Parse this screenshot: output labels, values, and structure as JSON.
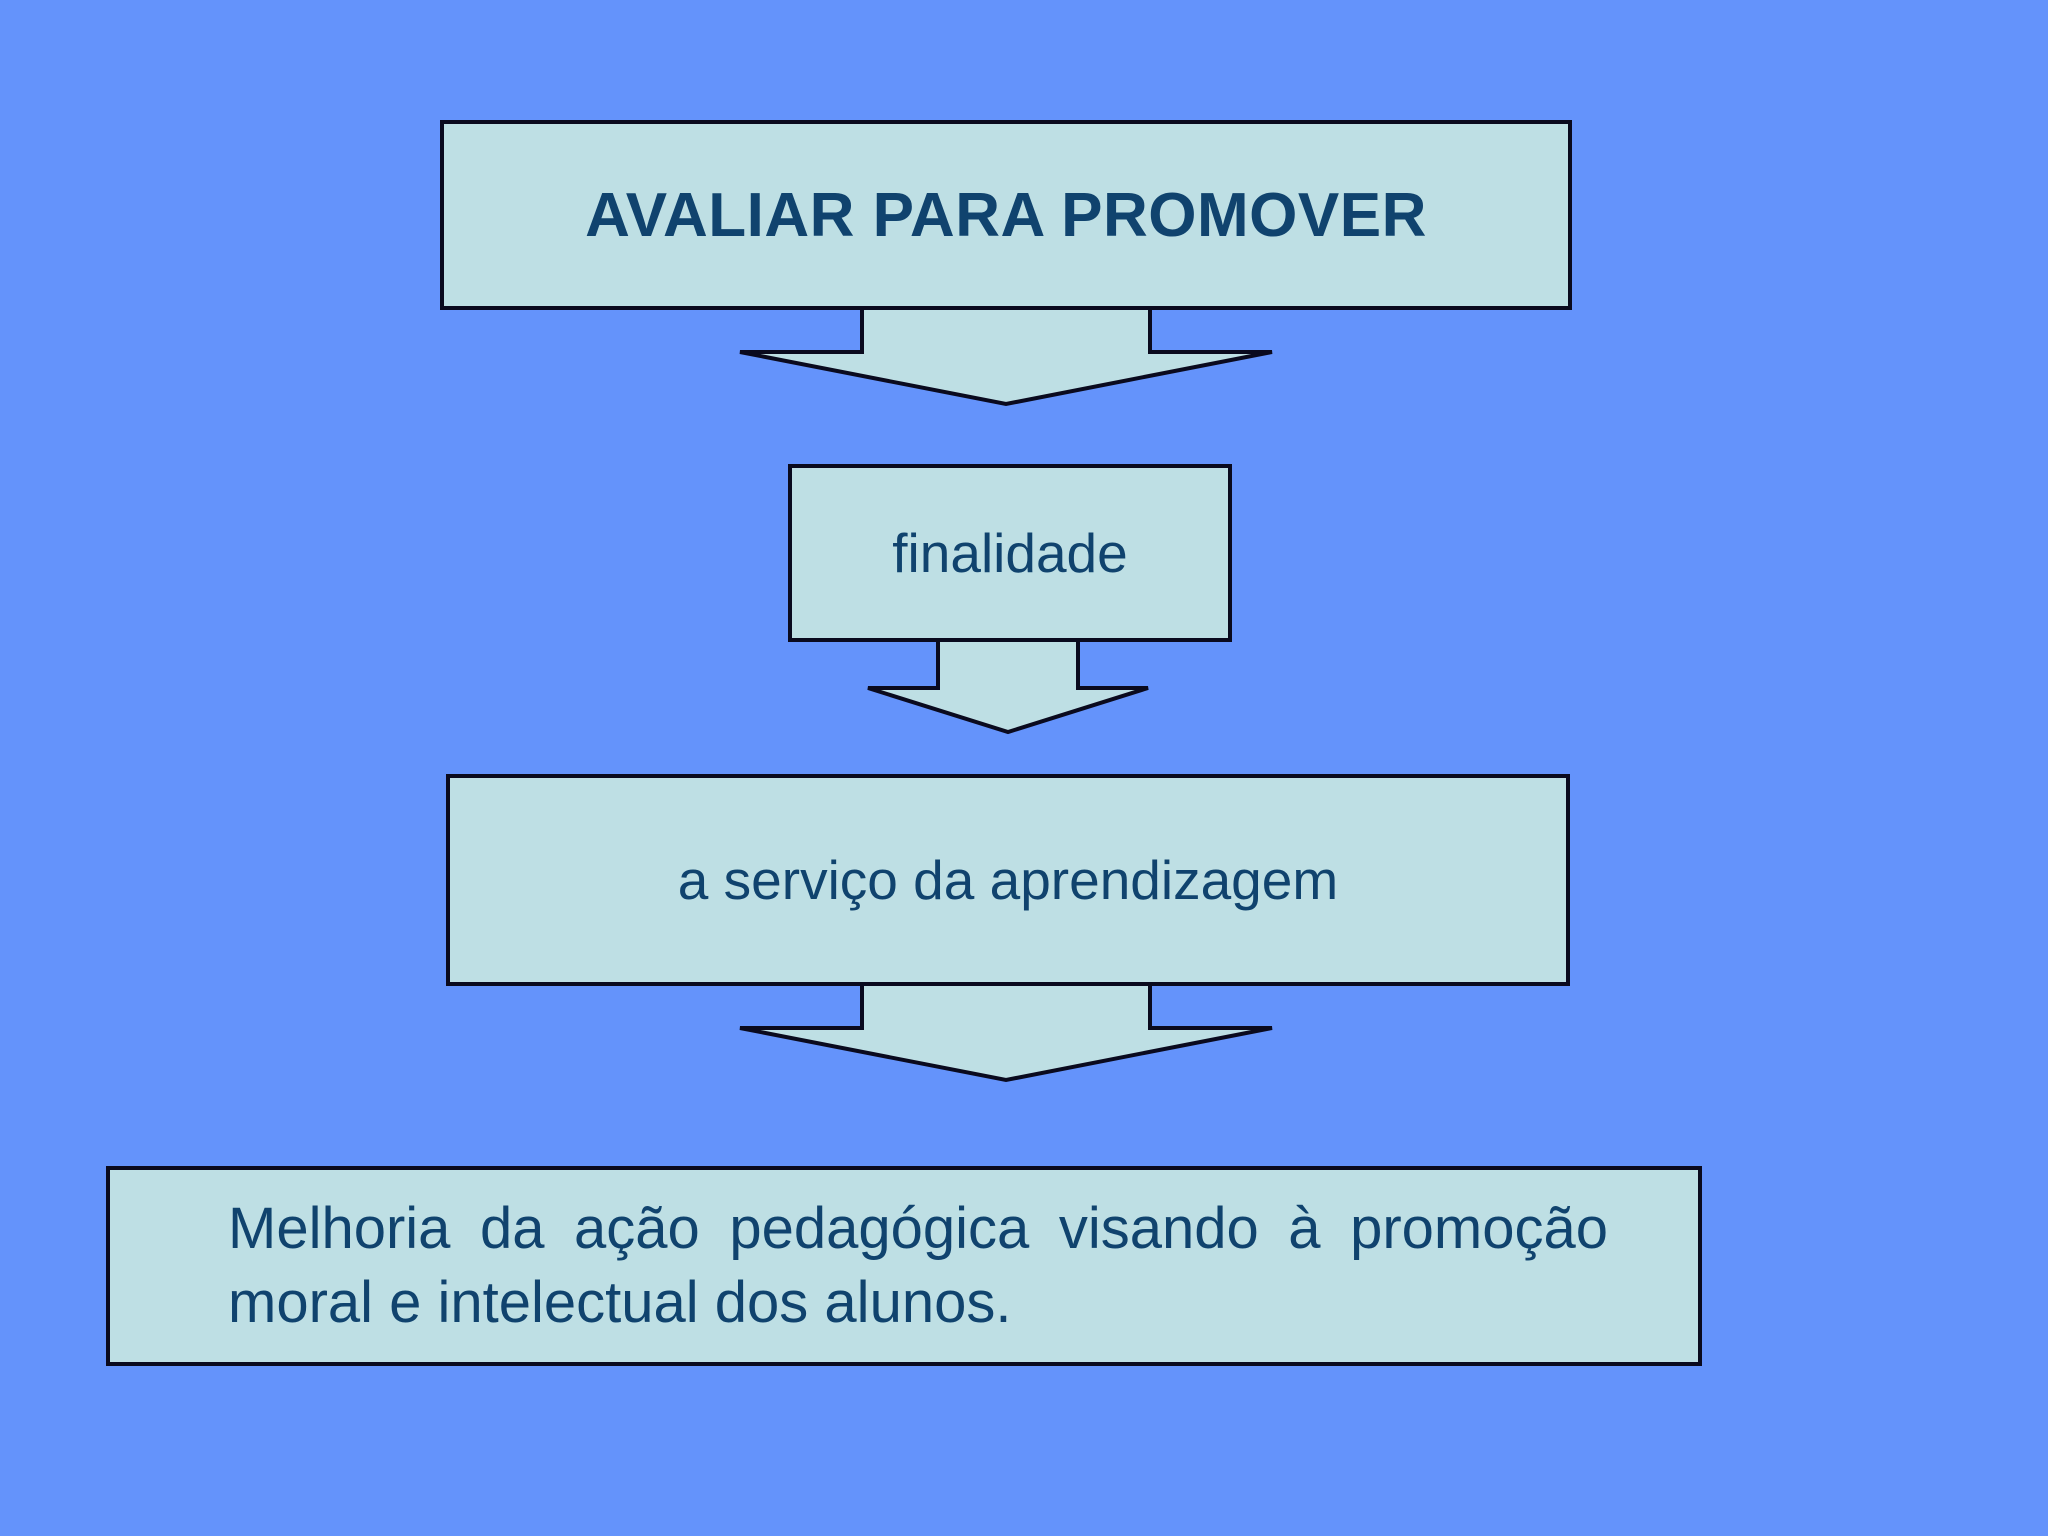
{
  "slide": {
    "background_color": "#6493fb",
    "shape_fill_color": "#bedfe4",
    "shape_border_color": "#0a0a1e",
    "text_color": "#10436e"
  },
  "diagram": {
    "type": "flowchart",
    "orientation": "vertical",
    "nodes": [
      {
        "id": "title",
        "label": "AVALIAR PARA PROMOVER",
        "emphasis": "bold"
      },
      {
        "id": "finalidade",
        "label": "finalidade",
        "emphasis": "normal"
      },
      {
        "id": "servico",
        "label": "a serviço da aprendizagem",
        "emphasis": "normal"
      },
      {
        "id": "melhoria",
        "label_line_1": "Melhoria da ação pedagógica visando à promoção",
        "label_line_2": "moral e intelectual dos alunos.",
        "emphasis": "normal"
      }
    ],
    "connectors": [
      {
        "id": "arrow-title-to-finalidade",
        "icon": "down-arrow-icon",
        "from": "title",
        "to": "finalidade"
      },
      {
        "id": "arrow-finalidade-to-servico",
        "icon": "down-arrow-icon",
        "from": "finalidade",
        "to": "servico"
      },
      {
        "id": "arrow-servico-to-melhoria",
        "icon": "down-arrow-icon",
        "from": "servico",
        "to": "melhoria"
      }
    ]
  }
}
